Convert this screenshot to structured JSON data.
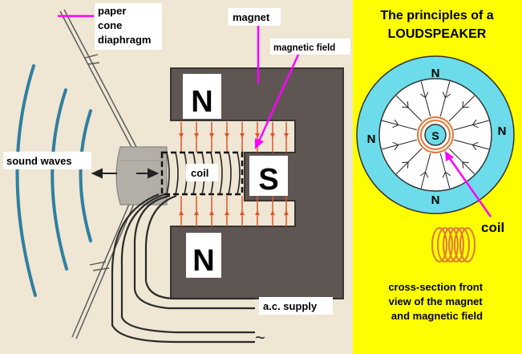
{
  "labels": {
    "paper_cone": [
      "paper",
      "cone",
      "diaphragm"
    ],
    "magnet": "magnet",
    "magnetic_field": "magnetic field",
    "sound_waves": "sound waves",
    "coil": "coil",
    "ac_supply": "a.c. supply",
    "tilde": "~"
  },
  "poles": {
    "north": "N",
    "south": "S"
  },
  "right_panel": {
    "title_line1": "The principles of a",
    "title_line2": "LOUDSPEAKER",
    "coil_label": "coil",
    "caption": [
      "cross-section front",
      "view of the magnet",
      "and magnetic field"
    ],
    "north": "N",
    "south": "S"
  },
  "colors": {
    "background": "#efe6d3",
    "magnet": "#5f5654",
    "field_lines": "#e0562a",
    "sound_waves": "#2f7fa0",
    "label_box": "#ffffff",
    "pointer": "#ff00ff",
    "panel": "#ffff00",
    "ring": "#6cdcea",
    "coil": "#e07838"
  }
}
